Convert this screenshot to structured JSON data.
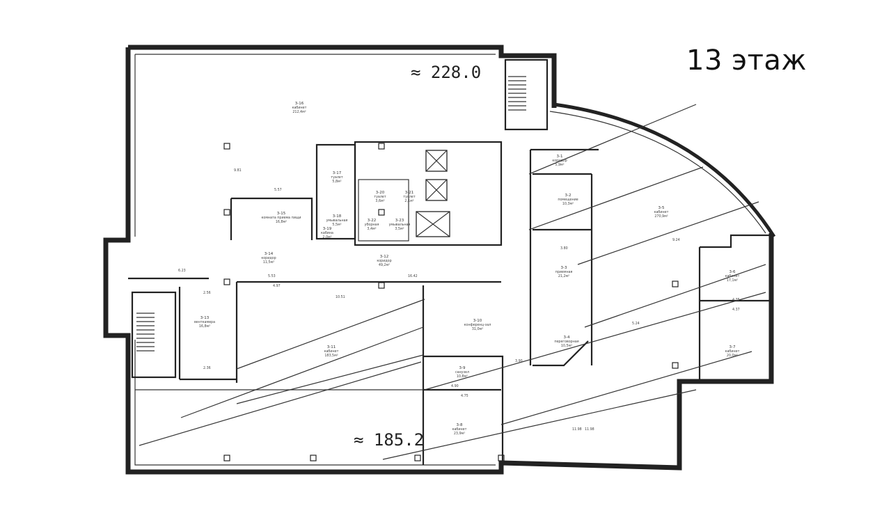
{
  "floor_label": "13 этаж",
  "handwritten": {
    "top_area": "≈ 228.0",
    "bottom_area": "≈ 185.2"
  },
  "rooms": [
    {
      "code": "3-16",
      "name": "кабинет",
      "area": "212,4м²"
    },
    {
      "code": "3-1",
      "name": "коридор",
      "area": "5,9м²"
    },
    {
      "code": "3-2",
      "name": "помещение",
      "area": "10,3м²"
    },
    {
      "code": "3-3",
      "name": "приемная",
      "area": "21,2м²"
    },
    {
      "code": "3-4",
      "name": "переговорная",
      "area": "10,5м²"
    },
    {
      "code": "3-5",
      "name": "кабинет",
      "area": "270,9м²"
    },
    {
      "code": "3-6",
      "name": "кабинет",
      "area": "17,1м²"
    },
    {
      "code": "3-7",
      "name": "кабинет",
      "area": "20,0м²"
    },
    {
      "code": "3-8",
      "name": "кабинет",
      "area": "23,9м²"
    },
    {
      "code": "3-9",
      "name": "санузел",
      "area": "10,8м²"
    },
    {
      "code": "3-10",
      "name": "конференц-зал",
      "area": "31,0м²"
    },
    {
      "code": "3-11",
      "name": "кабинет",
      "area": "183,5м²"
    },
    {
      "code": "3-13",
      "name": "венткамера",
      "area": "16,8м²"
    },
    {
      "code": "3-14",
      "name": "коридор",
      "area": "11,5м²"
    },
    {
      "code": "3-15",
      "name": "комната приема пищи",
      "area": "16,8м²"
    },
    {
      "code": "3-12",
      "name": "коридор",
      "area": "49,2м²"
    },
    {
      "code": "3-17",
      "name": "туалет",
      "area": "5,8м²"
    },
    {
      "code": "3-18",
      "name": "умывальная",
      "area": "5,5м²"
    },
    {
      "code": "3-19",
      "name": "кабина",
      "area": "2,0м²"
    },
    {
      "code": "3-20",
      "name": "туалет",
      "area": "3,6м²"
    },
    {
      "code": "3-21",
      "name": "туалет",
      "area": "2,1м²"
    },
    {
      "code": "3-22",
      "name": "уборная",
      "area": "3,4м²"
    },
    {
      "code": "3-23",
      "name": "умывальная",
      "area": "3,5м²"
    }
  ],
  "dims": [
    "9.81",
    "5.57",
    "4.97",
    "16.42",
    "10.51",
    "9.24",
    "5.24",
    "11.98",
    "11.98",
    "4.75",
    "4.90",
    "3.90",
    "2.56",
    "2.36",
    "6.23",
    "5.53",
    "3.80",
    "4.35",
    "4.37"
  ]
}
